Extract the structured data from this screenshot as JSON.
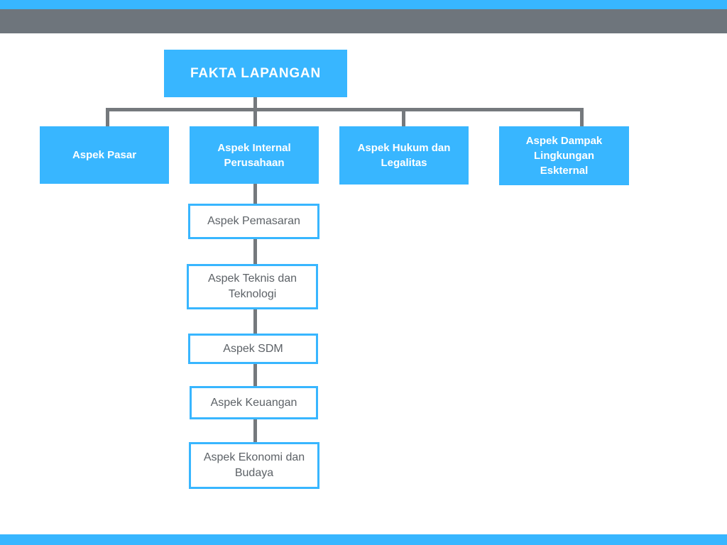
{
  "colors": {
    "accent_blue": "#38b6ff",
    "bar_gray": "#6e757c",
    "connector_gray": "#75797d",
    "box_text_gray": "#5d6267"
  },
  "diagram": {
    "root": {
      "label": "FAKTA LAPANGAN"
    },
    "level1": [
      {
        "label": "Aspek Pasar"
      },
      {
        "label": "Aspek Internal Perusahaan"
      },
      {
        "label": "Aspek Hukum dan Legalitas"
      },
      {
        "label": "Aspek Dampak Lingkungan Eskternal"
      }
    ],
    "internal_chain": [
      {
        "label": "Aspek Pemasaran"
      },
      {
        "label": "Aspek Teknis dan Teknologi"
      },
      {
        "label": "Aspek SDM"
      },
      {
        "label": "Aspek Keuangan"
      },
      {
        "label": "Aspek Ekonomi dan Budaya"
      }
    ]
  }
}
